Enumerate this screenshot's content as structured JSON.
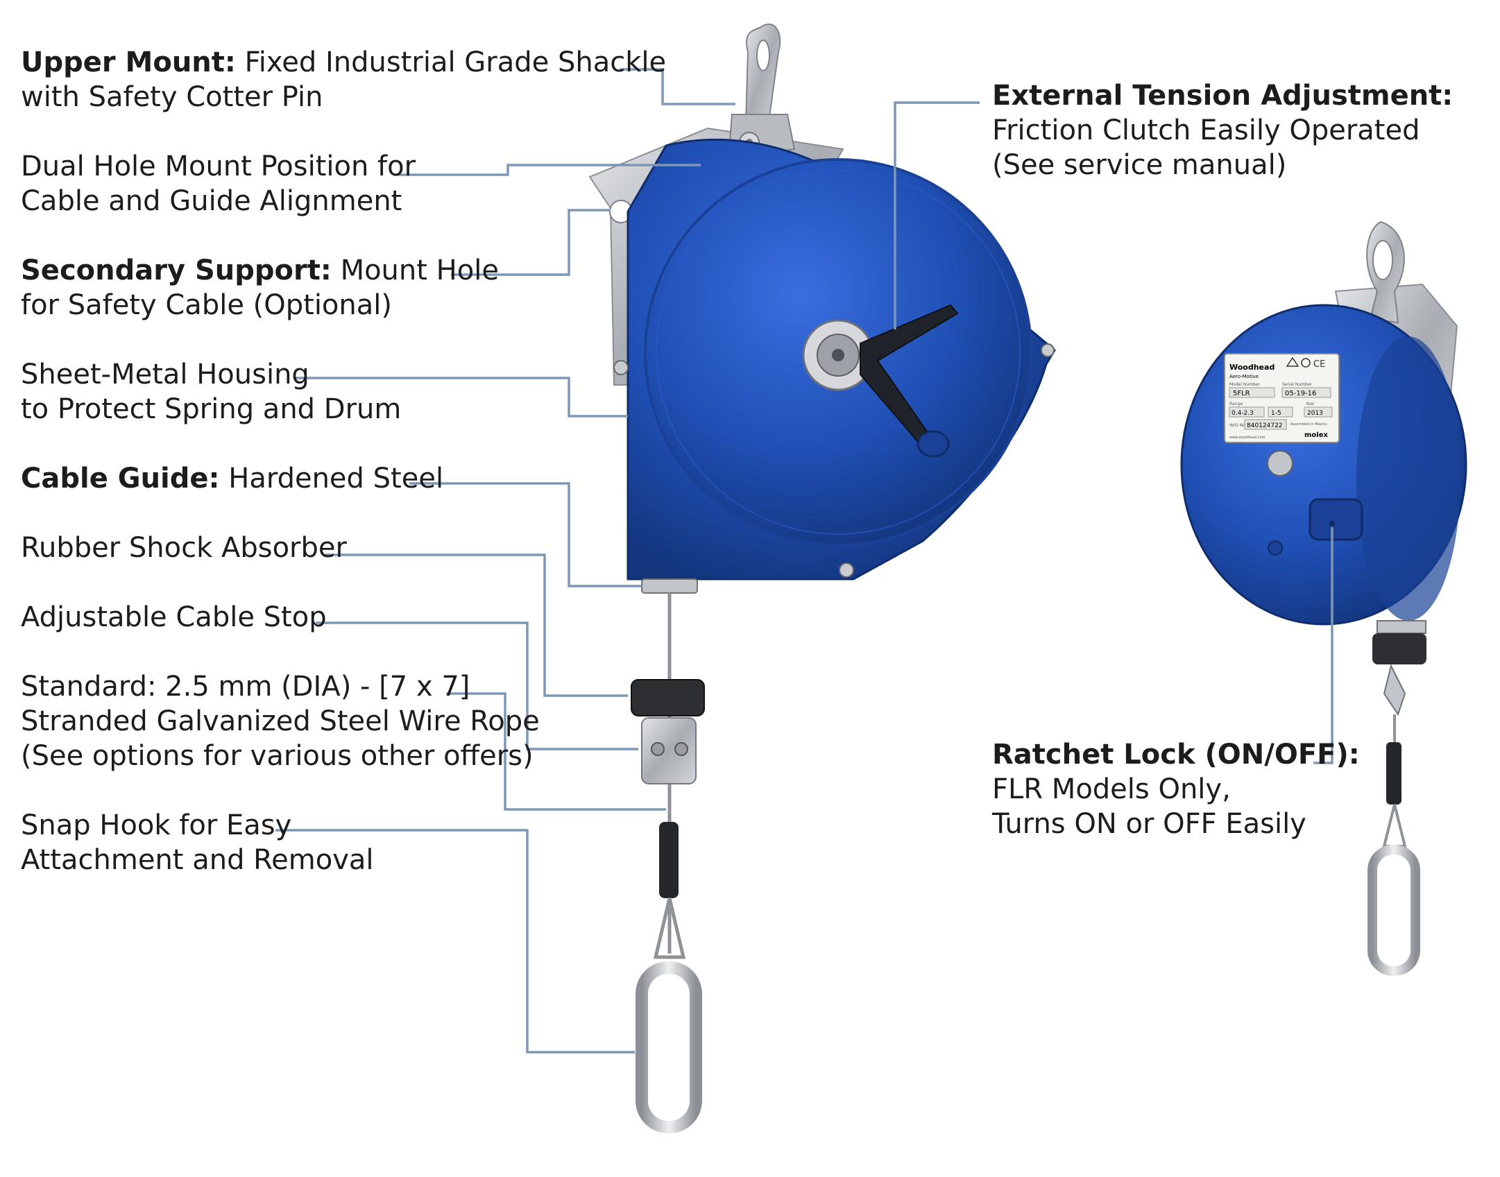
{
  "callouts": [
    {
      "id": "upper-mount",
      "bold": "Upper Mount:",
      "text": "Fixed Industrial Grade Shackle",
      "line2": "with Safety Cotter Pin"
    },
    {
      "id": "dual-hole",
      "bold": "",
      "text": "Dual Hole Mount Position for",
      "line2": "Cable and Guide Alignment"
    },
    {
      "id": "secondary-support",
      "bold": "Secondary Support:",
      "text": "Mount Hole",
      "line2": "for Safety Cable (Optional)"
    },
    {
      "id": "housing",
      "bold": "",
      "text": "Sheet-Metal Housing",
      "line2": "to Protect Spring and Drum"
    },
    {
      "id": "cable-guide",
      "bold": "Cable Guide:",
      "text": "Hardened Steel",
      "line2": ""
    },
    {
      "id": "shock-absorber",
      "bold": "",
      "text": "Rubber Shock Absorber",
      "line2": ""
    },
    {
      "id": "cable-stop",
      "bold": "",
      "text": "Adjustable Cable Stop",
      "line2": ""
    },
    {
      "id": "wire-rope",
      "bold": "",
      "text": "Standard: 2.5 mm (DIA) - [7 x 7]",
      "line2": "Stranded Galvanized Steel Wire Rope",
      "line3": "(See options for various other offers)"
    },
    {
      "id": "snap-hook",
      "bold": "",
      "text": "Snap Hook for Easy",
      "line2": "Attachment and Removal"
    },
    {
      "id": "tension",
      "bold": "External Tension Adjustment:",
      "text": "",
      "line2": "Friction Clutch Easily Operated",
      "line3": "(See service manual)"
    },
    {
      "id": "ratchet",
      "bold": "Ratchet Lock (ON/OFF):",
      "text": "",
      "line2": "FLR Models Only,",
      "line3": "Turns ON or OFF Easily"
    }
  ],
  "nameplate": {
    "brand": "Woodhead",
    "sub": "Aero-Motive",
    "model_label": "Model Number",
    "model": "5FLR",
    "serial_label": "Serial Number",
    "serial": "05-19-16",
    "range_label": "Range",
    "range": "0.4-2.3",
    "range2": "1-5",
    "year_label": "Year",
    "year": "2013",
    "wo_label": "W/O No.",
    "wo": "840124722",
    "assembled": "Assembled in Mexico",
    "url": "www.woodhead.com",
    "molex": "molex"
  },
  "colors": {
    "housing_blue": "#1f4fb3",
    "housing_dark": "#163a8a",
    "steel": "#b9bcc0",
    "leader": "#7d97b5"
  }
}
